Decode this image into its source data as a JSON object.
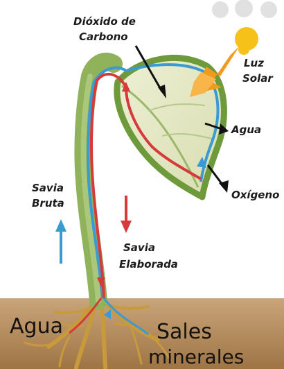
{
  "labels": {
    "co2_line1": "Dióxido de",
    "co2_line2": "Carbono",
    "light_line1": "Luz",
    "light_line2": "Solar",
    "water_leaf": "Agua",
    "oxygen": "Oxígeno",
    "raw_sap_line1": "Savia",
    "raw_sap_line2": "Bruta",
    "elaborated_sap_line1": "Savia",
    "elaborated_sap_line2": "Elaborada",
    "water_soil": "Agua",
    "minerals_line1": "Sales",
    "minerals_line2": "minerales"
  },
  "colors": {
    "sun": "#f6c21a",
    "sunlight_arrow": "#f29a1e",
    "leaf_fill": "#e4e8c4",
    "leaf_outline": "#6f9a3c",
    "stem": "#8fb25a",
    "raw_sap": "#3a9ad2",
    "elaborated_sap": "#d63a3a",
    "soil": "#b48a5a",
    "roots": "#c89a3c"
  }
}
